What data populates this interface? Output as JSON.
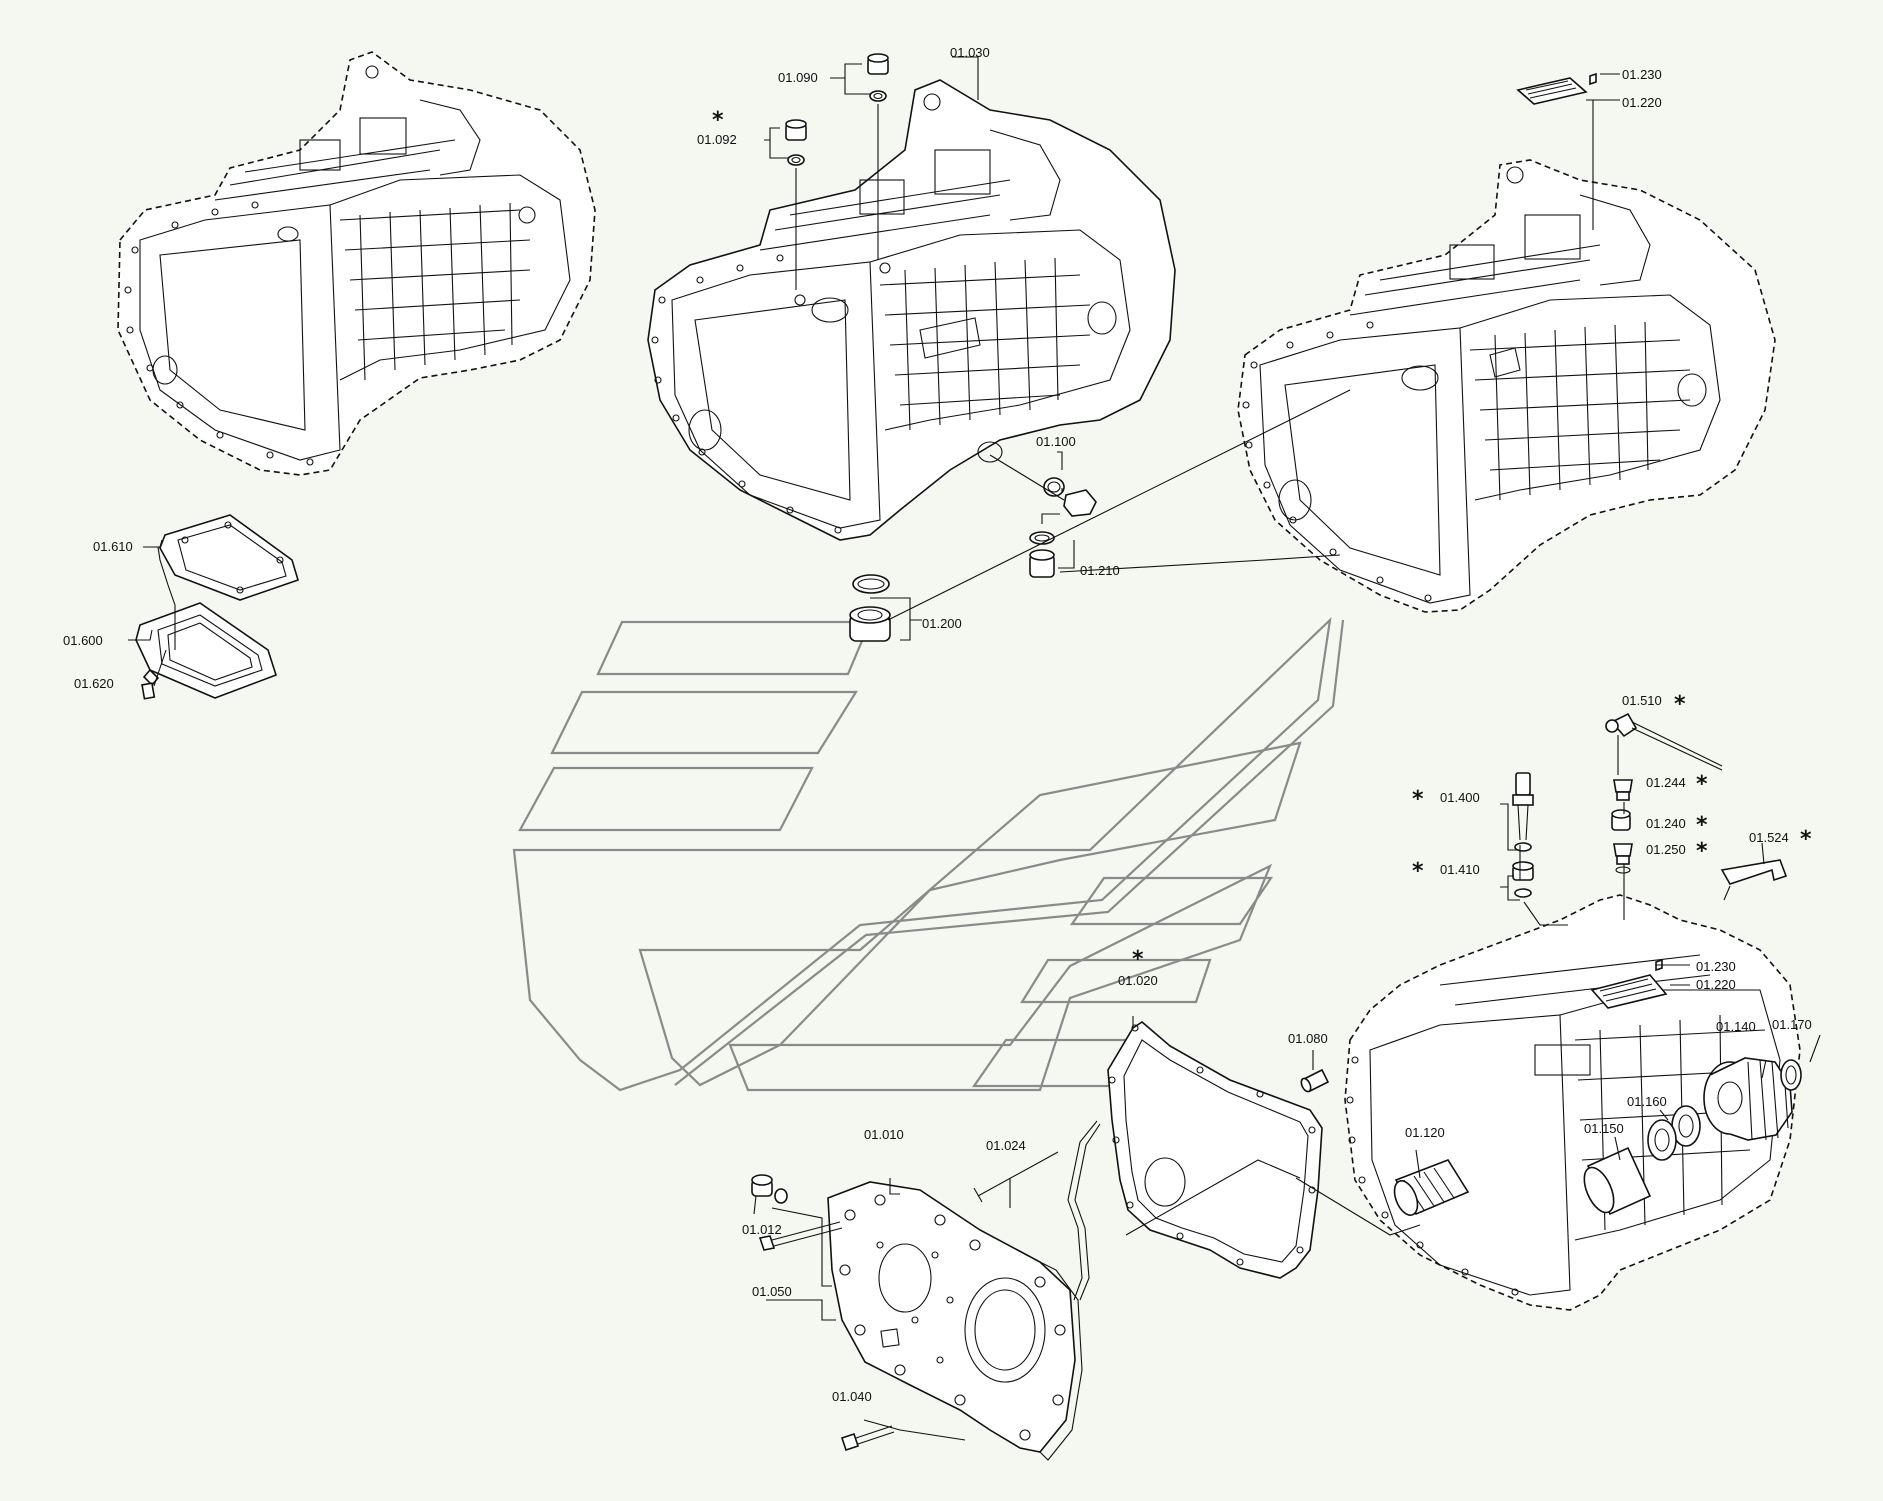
{
  "diagram": {
    "background": "#f4f8f1",
    "line_color": "#111111",
    "watermark_color": "#8a8a8a",
    "watermark_text": "",
    "labels": [
      {
        "id": "01.030",
        "text": "01.030",
        "star": false
      },
      {
        "id": "01.090",
        "text": "01.090",
        "star": false
      },
      {
        "id": "01.092",
        "text": "01.092",
        "star": true
      },
      {
        "id": "01.100",
        "text": "01.100",
        "star": false
      },
      {
        "id": "01.210",
        "text": "01.210",
        "star": false
      },
      {
        "id": "01.200",
        "text": "01.200",
        "star": false
      },
      {
        "id": "01.230a",
        "text": "01.230",
        "star": false
      },
      {
        "id": "01.220a",
        "text": "01.220",
        "star": false
      },
      {
        "id": "01.610",
        "text": "01.610",
        "star": false
      },
      {
        "id": "01.600",
        "text": "01.600",
        "star": false
      },
      {
        "id": "01.620",
        "text": "01.620",
        "star": false
      },
      {
        "id": "01.510",
        "text": "01.510",
        "star": true
      },
      {
        "id": "01.400",
        "text": "01.400",
        "star": true
      },
      {
        "id": "01.244",
        "text": "01.244",
        "star": true
      },
      {
        "id": "01.240",
        "text": "01.240",
        "star": true
      },
      {
        "id": "01.524",
        "text": "01.524",
        "star": true
      },
      {
        "id": "01.250",
        "text": "01.250",
        "star": true
      },
      {
        "id": "01.410",
        "text": "01.410",
        "star": true
      },
      {
        "id": "01.230b",
        "text": "01.230",
        "star": false
      },
      {
        "id": "01.220b",
        "text": "01.220",
        "star": false
      },
      {
        "id": "01.020",
        "text": "01.020",
        "star": true
      },
      {
        "id": "01.080",
        "text": "01.080",
        "star": false
      },
      {
        "id": "01.140",
        "text": "01.140",
        "star": false
      },
      {
        "id": "01.170",
        "text": "01.170",
        "star": false
      },
      {
        "id": "01.160",
        "text": "01.160",
        "star": false
      },
      {
        "id": "01.150",
        "text": "01.150",
        "star": false
      },
      {
        "id": "01.120",
        "text": "01.120",
        "star": false
      },
      {
        "id": "01.010",
        "text": "01.010",
        "star": false
      },
      {
        "id": "01.024",
        "text": "01.024",
        "star": false
      },
      {
        "id": "01.012",
        "text": "01.012",
        "star": false
      },
      {
        "id": "01.050",
        "text": "01.050",
        "star": false
      },
      {
        "id": "01.040",
        "text": "01.040",
        "star": false
      }
    ]
  }
}
